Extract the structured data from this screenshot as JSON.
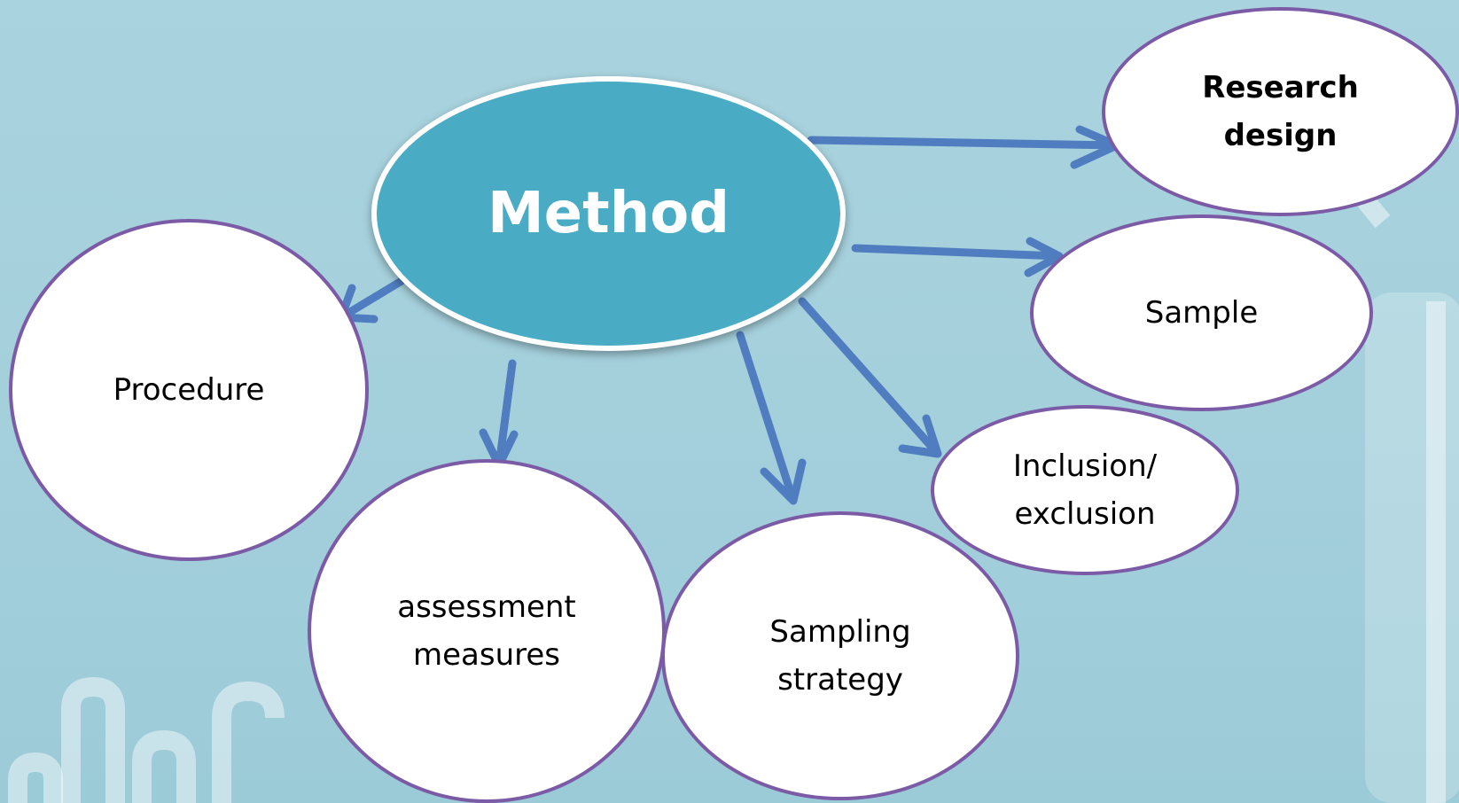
{
  "colors": {
    "background": "#a6d1dd",
    "center_fill": "#4aabc5",
    "node_border": "#7b5aa6",
    "arrow": "#4f7dc0"
  },
  "center": {
    "label": "Method"
  },
  "nodes": [
    {
      "id": "research-design",
      "label": "Research\ndesign",
      "bold": true
    },
    {
      "id": "sample",
      "label": "Sample",
      "bold": false
    },
    {
      "id": "inclusion-exclusion",
      "label": "Inclusion/\nexclusion",
      "bold": false
    },
    {
      "id": "sampling-strategy",
      "label": "Sampling\nstrategy",
      "bold": false
    },
    {
      "id": "assessment-measures",
      "label": "assessment\nmeasures",
      "bold": false
    },
    {
      "id": "procedure",
      "label": "Procedure",
      "bold": false
    }
  ],
  "edges": [
    {
      "from": "method",
      "to": "research-design"
    },
    {
      "from": "method",
      "to": "sample"
    },
    {
      "from": "method",
      "to": "inclusion-exclusion"
    },
    {
      "from": "method",
      "to": "sampling-strategy"
    },
    {
      "from": "method",
      "to": "assessment-measures"
    },
    {
      "from": "method",
      "to": "procedure"
    }
  ]
}
